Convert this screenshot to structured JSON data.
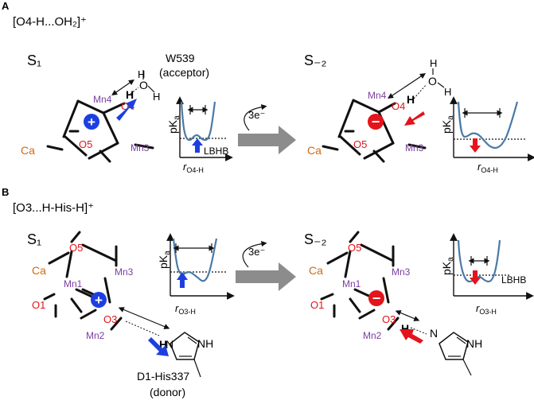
{
  "colors": {
    "mn": "#7b3fa0",
    "oxygen": "#e3141b",
    "ca": "#d06a10",
    "blue": "#1d3fe0",
    "red": "#e3141b",
    "curve": "#4a7aa6",
    "gray_arrow": "#8c8c8c"
  },
  "panel_a": {
    "letter": "A",
    "title": "[O4-H...OH₂]⁺",
    "state_s1": "S₁",
    "state_s2": "S₋₂",
    "w539": "W539",
    "acceptor": "(acceptor)",
    "h": "H",
    "o": "O",
    "mn4": "Mn4",
    "mn3": "Mn3",
    "o4": "O4",
    "o5": "O5",
    "ca": "Ca",
    "plus": "+",
    "minus": "−",
    "reaction": "3e⁻",
    "pka": "pK",
    "pka_sub": "a",
    "lbhb": "LBHB",
    "r": "r",
    "r_sub": "O4-H"
  },
  "panel_b": {
    "letter": "B",
    "title": "[O3...H-His-H]⁺",
    "state_s1": "S₁",
    "state_s2": "S₋₂",
    "o5": "O5",
    "mn3": "Mn3",
    "mn1": "Mn1",
    "mn2": "Mn2",
    "o1": "O1",
    "o3": "O3",
    "ca": "Ca",
    "n": "N",
    "nh": "NH",
    "h": "H",
    "plus": "+",
    "minus": "−",
    "reaction": "3e⁻",
    "pka": "pK",
    "pka_sub": "a",
    "lbhb": "LBHB",
    "r": "r",
    "r_sub": "O3-H",
    "his": "D1-His337",
    "donor": "(donor)"
  }
}
